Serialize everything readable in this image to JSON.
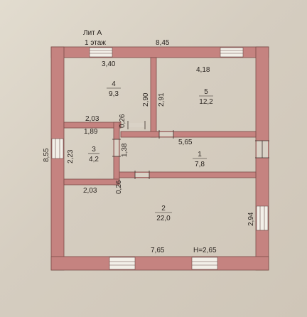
{
  "header": {
    "title": "Лит А",
    "floor": "1 этаж"
  },
  "rooms": [
    {
      "number": "4",
      "area": "9,3"
    },
    {
      "number": "5",
      "area": "12,2"
    },
    {
      "number": "3",
      "area": "4,2"
    },
    {
      "number": "1",
      "area": "7,8"
    },
    {
      "number": "2",
      "area": "22,0"
    }
  ],
  "dimensions": {
    "total_width_top": "8,45",
    "total_height_left": "8,55",
    "room4_width": "3,40",
    "room5_width": "4,18",
    "room4_depth": "2,90",
    "room5_depth": "2,91",
    "partition_top_a": "2,03",
    "partition_top_b": "0,26",
    "room3_width": "1,89",
    "room3_depth": "2,23",
    "corridor_depth": "1,38",
    "corridor_width": "5,65",
    "partition_bottom_a": "2,03",
    "partition_bottom_b": "0,26",
    "room2_width": "7,65",
    "room2_depth": "2,94",
    "ceiling_height": "H=2,65"
  },
  "colors": {
    "wall": "#c58380",
    "paper": "#d9d2c6"
  }
}
